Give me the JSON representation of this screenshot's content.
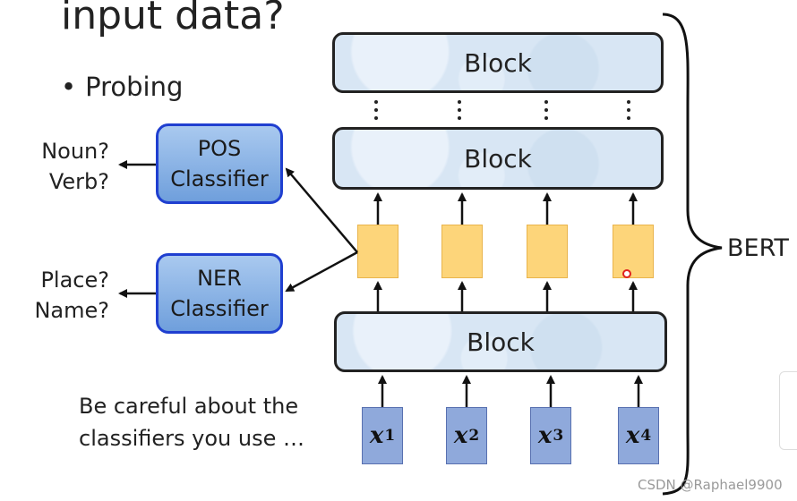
{
  "title": "input data?",
  "bullet": {
    "marker": "•",
    "text": "Probing"
  },
  "classifiers": [
    {
      "line1": "POS",
      "line2": "Classifier",
      "out1": "Noun?",
      "out2": "Verb?"
    },
    {
      "line1": "NER",
      "line2": "Classifier",
      "out1": "Place?",
      "out2": "Name?"
    }
  ],
  "blocks": {
    "top": "Block",
    "middle": "Block",
    "bottom": "Block"
  },
  "tokens": [
    {
      "base": "x",
      "sup": "1"
    },
    {
      "base": "x",
      "sup": "2"
    },
    {
      "base": "x",
      "sup": "3"
    },
    {
      "base": "x",
      "sup": "4"
    }
  ],
  "note": {
    "line1": "Be careful about the",
    "line2": "classifiers you use …"
  },
  "brace_label": "BERT",
  "watermark": "CSDN @Raphael9900",
  "colors": {
    "classifier_border": "#1f3fd0",
    "embedding": "#fdd57a",
    "token": "#8fa9db",
    "block": "#d8e6f4"
  }
}
